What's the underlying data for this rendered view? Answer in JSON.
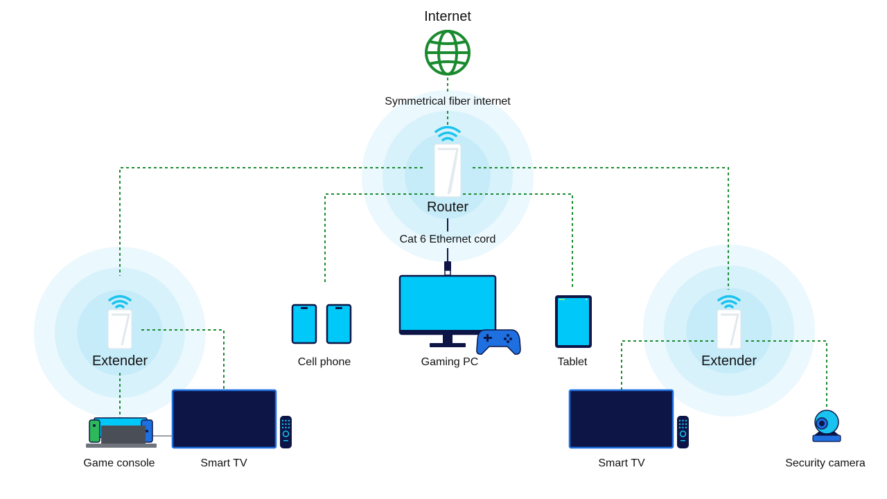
{
  "labels": {
    "internet": "Internet",
    "fiber": "Symmetrical fiber internet",
    "router": "Router",
    "ethernet": "Cat 6 Ethernet cord",
    "extender_left": "Extender",
    "extender_right": "Extender",
    "cell_phone": "Cell phone",
    "gaming_pc": "Gaming PC",
    "tablet": "Tablet",
    "game_console": "Game console",
    "smart_tv_left": "Smart TV",
    "smart_tv_right": "Smart TV",
    "security_camera": "Security camera"
  },
  "colors": {
    "link_green": "#1a8a2e",
    "globe_green": "#1a8a2e",
    "halo": "#d6f1fb",
    "device_cyan": "#00c8f8",
    "device_navy": "#0d1547",
    "wifi": "#19c3ef"
  },
  "icons": [
    "globe-icon",
    "wifi-icon",
    "router-icon",
    "extender-icon",
    "phone-icon",
    "monitor-icon",
    "gamepad-icon",
    "tablet-icon",
    "tv-icon",
    "remote-icon",
    "console-icon",
    "webcam-icon",
    "ethernet-plug-icon"
  ]
}
